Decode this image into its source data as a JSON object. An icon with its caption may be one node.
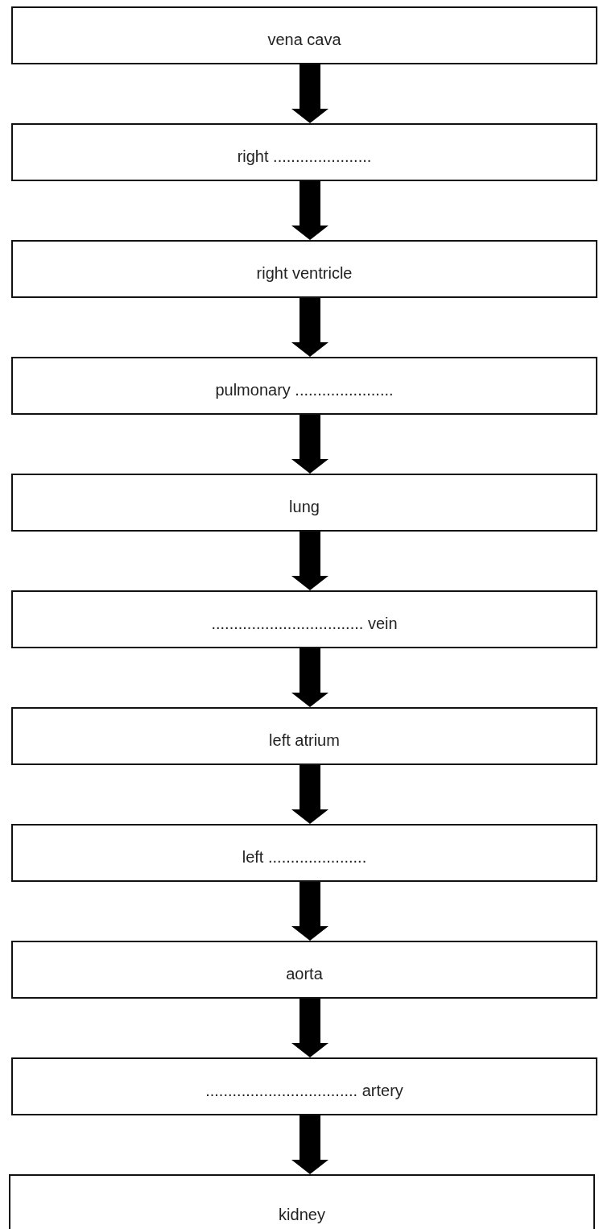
{
  "diagram": {
    "nodes": [
      {
        "text": [
          "vena cava"
        ]
      },
      {
        "text": [
          "right ......................"
        ]
      },
      {
        "text": [
          "right ventricle"
        ]
      },
      {
        "text": [
          "pulmonary ......................"
        ]
      },
      {
        "text": [
          "lung"
        ]
      },
      {
        "text": [
          ".................................. vein"
        ]
      },
      {
        "text": [
          "left atrium"
        ]
      },
      {
        "text": [
          "left ......................"
        ]
      },
      {
        "text": [
          "aorta"
        ]
      },
      {
        "text": [
          ".................................. artery"
        ]
      },
      {
        "text": [
          "kidney"
        ]
      }
    ],
    "edges": [
      {
        "from": 0,
        "to": 1,
        "arrow": "to"
      },
      {
        "from": 1,
        "to": 2,
        "arrow": "to"
      },
      {
        "from": 2,
        "to": 3,
        "arrow": "to"
      },
      {
        "from": 3,
        "to": 4,
        "arrow": "to"
      },
      {
        "from": 4,
        "to": 5,
        "arrow": "to"
      },
      {
        "from": 5,
        "to": 6,
        "arrow": "to"
      },
      {
        "from": 6,
        "to": 7,
        "arrow": "to"
      },
      {
        "from": 7,
        "to": 8,
        "arrow": "to"
      },
      {
        "from": 8,
        "to": 9,
        "arrow": "to"
      },
      {
        "from": 9,
        "to": 10,
        "arrow": "to"
      }
    ]
  }
}
